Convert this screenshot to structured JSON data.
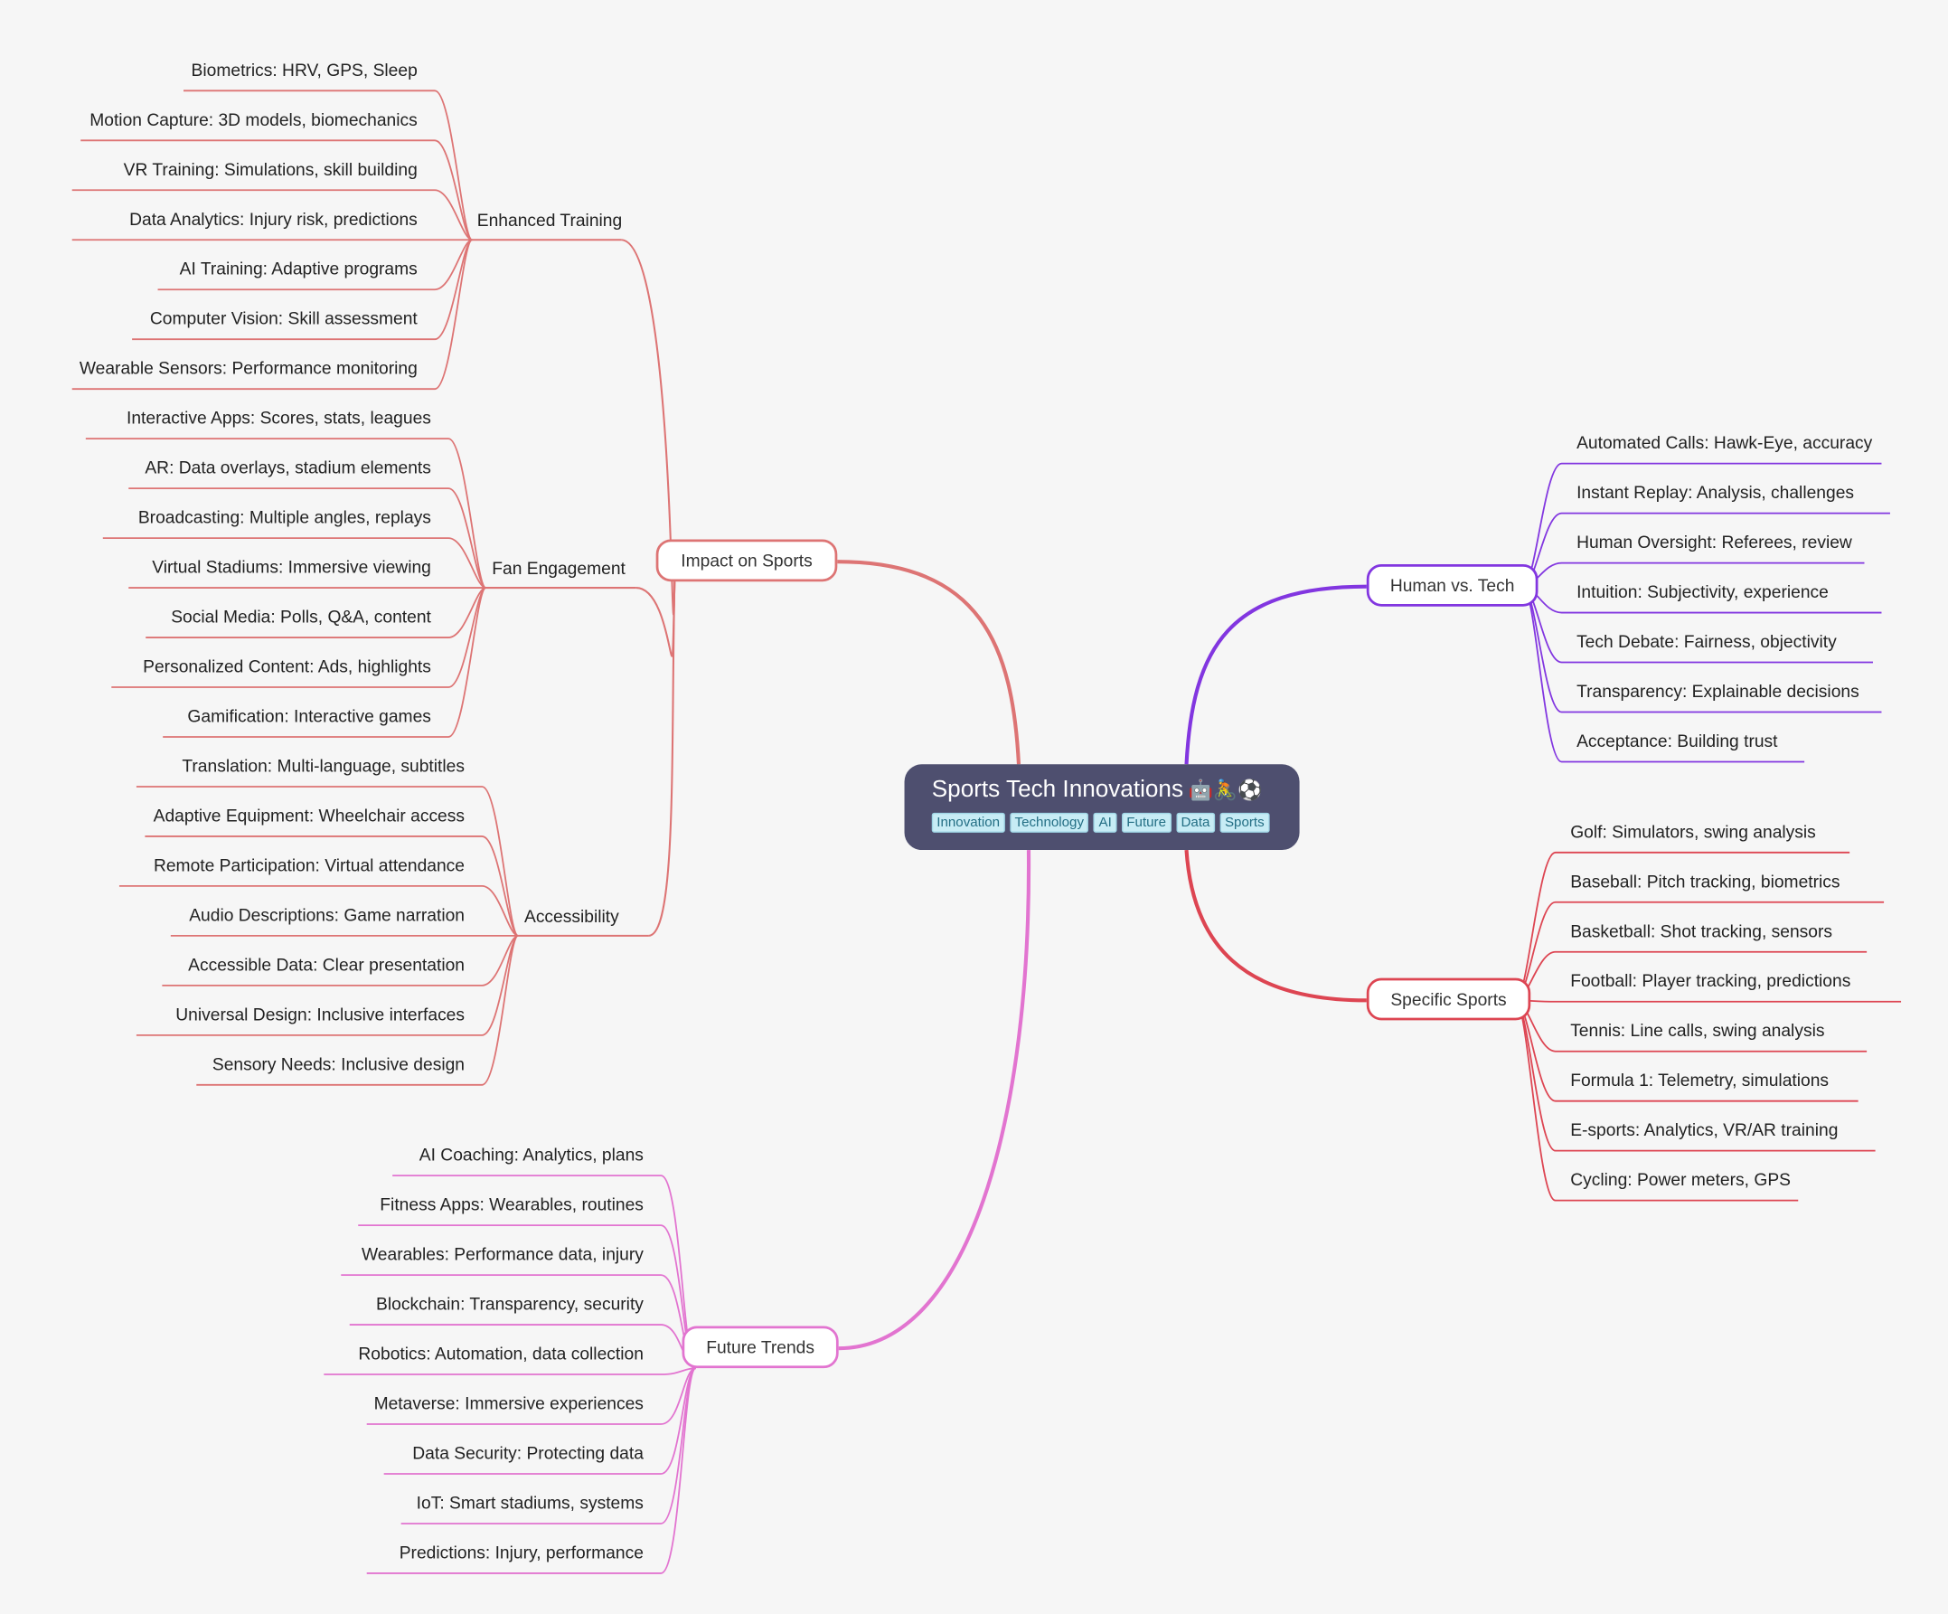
{
  "root": {
    "title": "Sports Tech Innovations",
    "emojis": "🤖🚴⚽",
    "tags": [
      "Innovation",
      "Technology",
      "AI",
      "Future",
      "Data",
      "Sports"
    ]
  },
  "branches": {
    "impact": {
      "label": "Impact on Sports",
      "color": "#dd7474",
      "groups": {
        "training": {
          "label": "Enhanced Training",
          "items": [
            "Biometrics: HRV, GPS, Sleep",
            "Motion Capture: 3D models, biomechanics",
            "VR Training: Simulations, skill building",
            "Data Analytics: Injury risk, predictions",
            "AI Training: Adaptive programs",
            "Computer Vision: Skill assessment",
            "Wearable Sensors: Performance monitoring"
          ]
        },
        "fan": {
          "label": "Fan Engagement",
          "items": [
            "Interactive Apps: Scores, stats, leagues",
            "AR: Data overlays, stadium elements",
            "Broadcasting: Multiple angles, replays",
            "Virtual Stadiums: Immersive viewing",
            "Social Media: Polls, Q&A, content",
            "Personalized Content: Ads, highlights",
            "Gamification: Interactive games"
          ]
        },
        "access": {
          "label": "Accessibility",
          "items": [
            "Translation: Multi-language, subtitles",
            "Adaptive Equipment: Wheelchair access",
            "Remote Participation: Virtual attendance",
            "Audio Descriptions: Game narration",
            "Accessible Data: Clear presentation",
            "Universal Design: Inclusive interfaces",
            "Sensory Needs: Inclusive design"
          ]
        }
      }
    },
    "future": {
      "label": "Future Trends",
      "color": "#e274d0",
      "items": [
        "AI Coaching: Analytics, plans",
        "Fitness Apps: Wearables, routines",
        "Wearables: Performance data, injury",
        "Blockchain: Transparency, security",
        "Robotics: Automation, data collection",
        "Metaverse: Immersive experiences",
        "Data Security: Protecting data",
        "IoT: Smart stadiums, systems",
        "Predictions: Injury, performance"
      ]
    },
    "human": {
      "label": "Human vs. Tech",
      "color": "#8236e0",
      "items": [
        "Automated Calls: Hawk-Eye, accuracy",
        "Instant Replay: Analysis, challenges",
        "Human Oversight: Referees, review",
        "Intuition: Subjectivity, experience",
        "Tech Debate: Fairness, objectivity",
        "Transparency: Explainable decisions",
        "Acceptance: Building trust"
      ]
    },
    "specific": {
      "label": "Specific Sports",
      "color": "#dd4552",
      "items": [
        "Golf: Simulators, swing analysis",
        "Baseball: Pitch tracking, biometrics",
        "Basketball: Shot tracking, sensors",
        "Football: Player tracking, predictions",
        "Tennis: Line calls, swing analysis",
        "Formula 1: Telemetry, simulations",
        "E-sports: Analytics, VR/AR training",
        "Cycling: Power meters, GPS"
      ]
    }
  }
}
